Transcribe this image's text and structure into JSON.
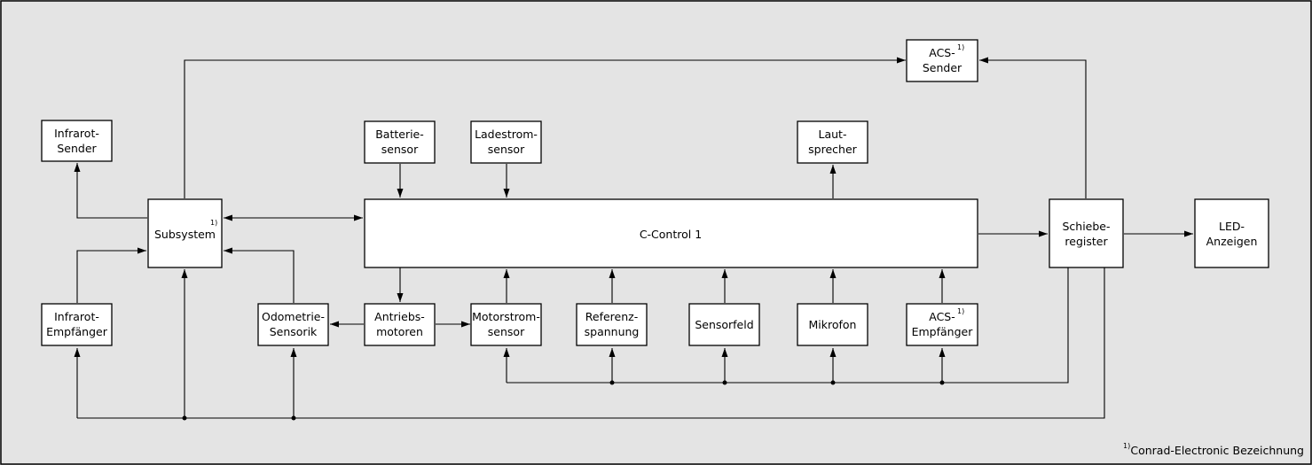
{
  "blocks": {
    "acs_sender": [
      "ACS-",
      "Sender"
    ],
    "infrarot_sender": [
      "Infrarot-",
      "Sender"
    ],
    "batteriesensor": [
      "Batterie-",
      "sensor"
    ],
    "ladestromsensor": [
      "Ladestrom-",
      "sensor"
    ],
    "lautsprecher": [
      "Laut-",
      "sprecher"
    ],
    "subsystem": [
      "Subsystem"
    ],
    "c_control": [
      "C-Control 1"
    ],
    "schieberegister": [
      "Schiebe-",
      "register"
    ],
    "led_anzeigen": [
      "LED-",
      "Anzeigen"
    ],
    "infrarot_empfaenger": [
      "Infrarot-",
      "Empfänger"
    ],
    "odometrie": [
      "Odometrie-",
      "Sensorik"
    ],
    "antriebsmotoren": [
      "Antriebs-",
      "motoren"
    ],
    "motorstromsensor": [
      "Motorstrom-",
      "sensor"
    ],
    "referenzspannung": [
      "Referenz-",
      "spannung"
    ],
    "sensorfeld": [
      "Sensorfeld"
    ],
    "mikrofon": [
      "Mikrofon"
    ],
    "acs_empfaenger": [
      "ACS-",
      "Empfänger"
    ]
  },
  "footnote_marker": "1)",
  "footnote_text": "Conrad-Electronic Bezeichnung",
  "connections": [
    {
      "from": "subsystem",
      "to": "acs_sender"
    },
    {
      "from": "schieberegister",
      "to": "acs_sender"
    },
    {
      "from": "subsystem",
      "to": "infrarot_sender"
    },
    {
      "from": "infrarot_empfaenger",
      "to": "subsystem"
    },
    {
      "from": "subsystem",
      "to": "c_control",
      "bidirectional": true
    },
    {
      "from": "odometrie",
      "to": "subsystem"
    },
    {
      "from": "batteriesensor",
      "to": "c_control"
    },
    {
      "from": "ladestromsensor",
      "to": "c_control"
    },
    {
      "from": "c_control",
      "to": "lautsprecher"
    },
    {
      "from": "c_control",
      "to": "schieberegister"
    },
    {
      "from": "schieberegister",
      "to": "led_anzeigen"
    },
    {
      "from": "c_control",
      "to": "antriebsmotoren"
    },
    {
      "from": "antriebsmotoren",
      "to": "odometrie"
    },
    {
      "from": "antriebsmotoren",
      "to": "motorstromsensor"
    },
    {
      "from": "motorstromsensor",
      "to": "c_control"
    },
    {
      "from": "referenzspannung",
      "to": "c_control"
    },
    {
      "from": "sensorfeld",
      "to": "c_control"
    },
    {
      "from": "mikrofon",
      "to": "c_control"
    },
    {
      "from": "acs_empfaenger",
      "to": "c_control"
    },
    {
      "from": "schieberegister",
      "to": [
        "motorstromsensor",
        "referenzspannung",
        "sensorfeld",
        "mikrofon",
        "acs_empfaenger"
      ]
    },
    {
      "from": "schieberegister",
      "to": [
        "infrarot_empfaenger",
        "subsystem",
        "odometrie"
      ]
    }
  ]
}
